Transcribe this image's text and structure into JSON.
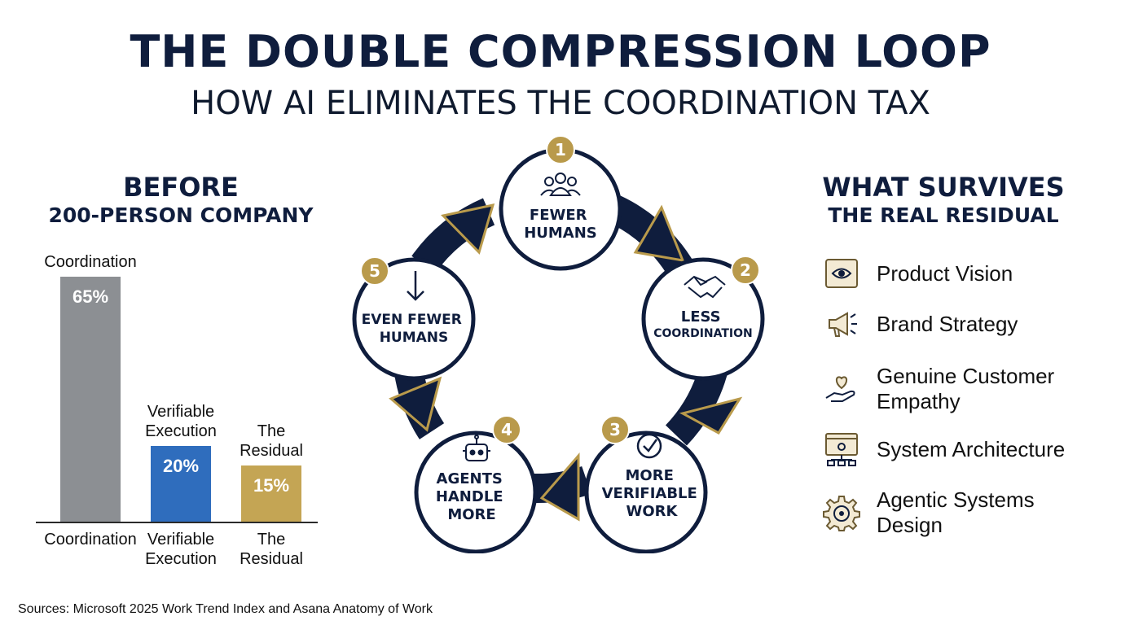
{
  "title": "THE DOUBLE COMPRESSION LOOP",
  "subtitle": "HOW AI ELIMINATES THE COORDINATION TAX",
  "before": {
    "heading": "BEFORE",
    "subheading": "200-PERSON COMPANY"
  },
  "chart_data": {
    "type": "bar",
    "categories": [
      "Coordination",
      "Verifiable Execution",
      "The Residual"
    ],
    "top_labels": [
      "Coordination",
      "Verifiable\nExecution",
      "The\nResidual"
    ],
    "bottom_labels": [
      "Coordination",
      "Verifiable\nExecution",
      "The\nResidual"
    ],
    "values": [
      65,
      20,
      15
    ],
    "value_labels": [
      "65%",
      "20%",
      "15%"
    ],
    "colors": [
      "#8c8f93",
      "#2f6dbd",
      "#c4a554"
    ],
    "ylim": [
      0,
      65
    ]
  },
  "cycle": {
    "steps": [
      {
        "number": "1",
        "label_lines": [
          "FEWER",
          "HUMANS"
        ],
        "icon": "people-icon"
      },
      {
        "number": "2",
        "label_lines": [
          "LESS",
          "COORDINATION"
        ],
        "icon": "handshake-icon"
      },
      {
        "number": "3",
        "label_lines": [
          "MORE",
          "VERIFIABLE",
          "WORK"
        ],
        "icon": "checkmark-icon"
      },
      {
        "number": "4",
        "label_lines": [
          "AGENTS",
          "HANDLE",
          "MORE"
        ],
        "icon": "robot-icon"
      },
      {
        "number": "5",
        "label_lines": [
          "EVEN FEWER",
          "HUMANS"
        ],
        "icon": "arrow-down-icon"
      }
    ],
    "colors": {
      "navy": "#0f1d3d",
      "gold": "#b99a4b"
    }
  },
  "survives": {
    "heading": "WHAT SURVIVES",
    "subheading": "THE REAL RESIDUAL",
    "items": [
      {
        "label": "Product Vision",
        "icon": "eye-document-icon"
      },
      {
        "label": "Brand Strategy",
        "icon": "megaphone-icon"
      },
      {
        "label": "Genuine Customer Empathy",
        "icon": "heart-hand-icon"
      },
      {
        "label": "System Architecture",
        "icon": "architecture-icon"
      },
      {
        "label": "Agentic Systems Design",
        "icon": "gear-icon"
      }
    ]
  },
  "sources": "Sources: Microsoft 2025 Work Trend Index and Asana Anatomy of Work"
}
